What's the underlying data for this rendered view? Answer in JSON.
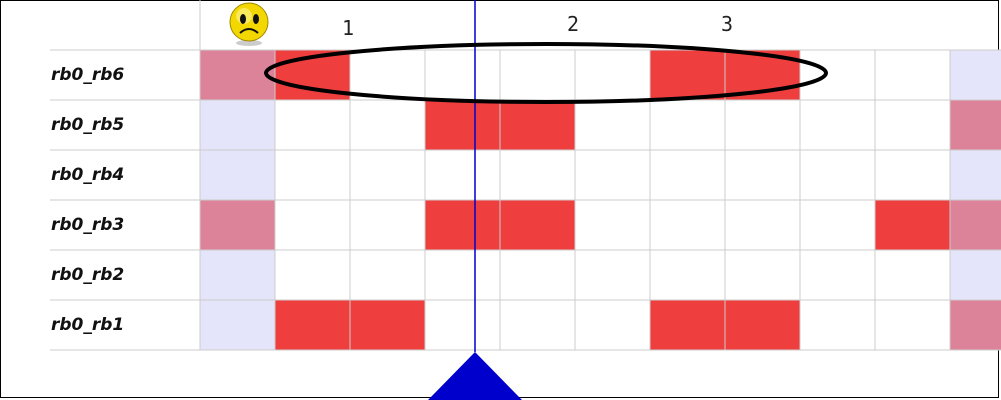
{
  "rows": [
    {
      "label": "rb0_rb6",
      "cells": [
        "P",
        "R",
        "W",
        "W",
        "W",
        "W",
        "R",
        "R",
        "W",
        "W",
        "L"
      ]
    },
    {
      "label": "rb0_rb5",
      "cells": [
        "L",
        "W",
        "W",
        "R",
        "R",
        "W",
        "W",
        "W",
        "W",
        "W",
        "P"
      ]
    },
    {
      "label": "rb0_rb4",
      "cells": [
        "L",
        "W",
        "W",
        "W",
        "W",
        "W",
        "W",
        "W",
        "W",
        "W",
        "L"
      ]
    },
    {
      "label": "rb0_rb3",
      "cells": [
        "P",
        "W",
        "W",
        "R",
        "R",
        "W",
        "W",
        "W",
        "W",
        "R",
        "P"
      ]
    },
    {
      "label": "rb0_rb2",
      "cells": [
        "L",
        "W",
        "W",
        "W",
        "W",
        "W",
        "W",
        "W",
        "W",
        "W",
        "L"
      ]
    },
    {
      "label": "rb0_rb1",
      "cells": [
        "L",
        "R",
        "R",
        "W",
        "W",
        "W",
        "R",
        "R",
        "W",
        "W",
        "P"
      ]
    }
  ],
  "markers": [
    "1",
    "2",
    "3"
  ],
  "icons": {
    "face": "sad-smiley-icon",
    "pointer": "triangle-pointer-icon"
  },
  "colors": {
    "red": "#ee3e3e",
    "pink": "#dd8399",
    "lavender": "#e4e4fa",
    "white": "#ffffff",
    "grid": "#cccccc",
    "line": "#0000cc",
    "triangle": "#0000cc",
    "ellipse": "#000000"
  }
}
